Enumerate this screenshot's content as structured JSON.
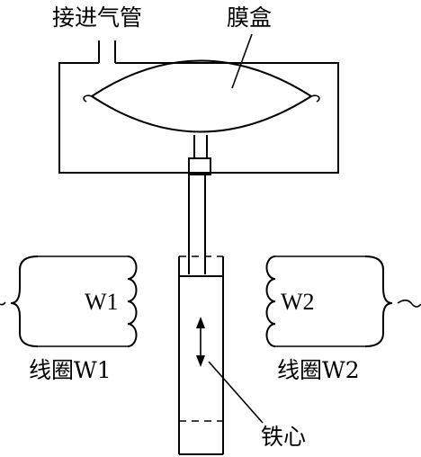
{
  "labels": {
    "inlet": "接进气管",
    "capsule": "膜盒",
    "coil_w1_inner": "W1",
    "coil_w2_inner": "W2",
    "coil_w1_caption": "线圈W1",
    "coil_w2_caption": "线圈W2",
    "core": "铁心"
  }
}
